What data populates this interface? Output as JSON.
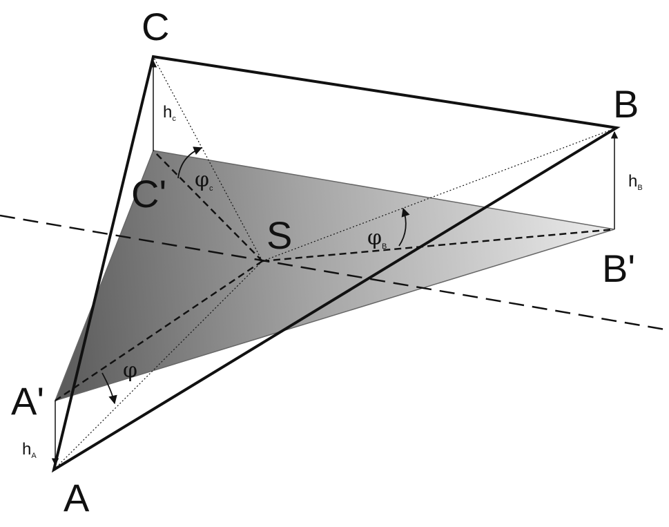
{
  "diagram": {
    "vertices": {
      "C": "C",
      "B": "B",
      "A": "A",
      "C_prime": "C'",
      "B_prime": "B'",
      "A_prime": "A'",
      "S": "S"
    },
    "heights": {
      "hC": {
        "base": "h",
        "index": "c"
      },
      "hB": {
        "base": "h",
        "index": "B"
      },
      "hA": {
        "base": "h",
        "index": "A"
      }
    },
    "angles": {
      "phiC": {
        "base": "φ",
        "index": "c"
      },
      "phiB": {
        "base": "φ",
        "index": "B"
      },
      "phiA": {
        "base": "φ",
        "index": ""
      }
    },
    "colors": {
      "shade_dark": "#5f5f5f",
      "shade_light": "#e6e6e6",
      "stroke": "#111111"
    }
  }
}
